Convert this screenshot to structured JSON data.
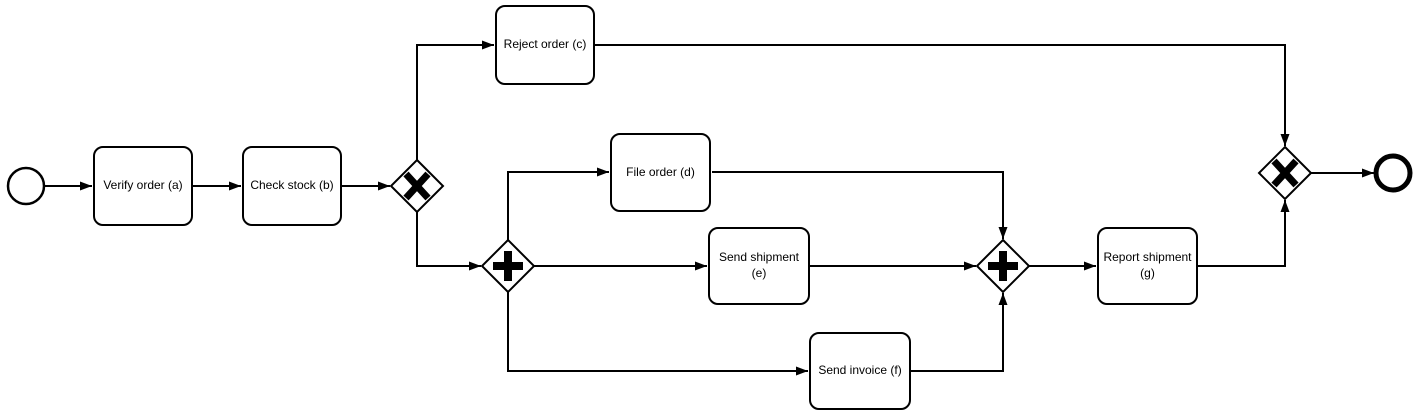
{
  "diagram": {
    "kind": "bpmn-process",
    "colors": {
      "stroke": "#000000",
      "shape_fill": "#ffffff",
      "background": "#ffffff"
    },
    "nodes": {
      "start_event": {
        "type": "start-event"
      },
      "task_a": {
        "type": "task",
        "label": "Verify order (a)"
      },
      "task_b": {
        "type": "task",
        "label": "Check stock (b)"
      },
      "xor_split": {
        "type": "exclusive-gateway",
        "marker": "X"
      },
      "task_c": {
        "type": "task",
        "label": "Reject order (c)"
      },
      "and_split": {
        "type": "parallel-gateway",
        "marker": "+"
      },
      "task_d": {
        "type": "task",
        "label": "File order (d)"
      },
      "task_e": {
        "type": "task",
        "label": "Send shipment\n(e)"
      },
      "task_f": {
        "type": "task",
        "label": "Send invoice (f)"
      },
      "and_join": {
        "type": "parallel-gateway",
        "marker": "+"
      },
      "task_g": {
        "type": "task",
        "label": "Report shipment\n(g)"
      },
      "xor_join": {
        "type": "exclusive-gateway",
        "marker": "X"
      },
      "end_event": {
        "type": "end-event"
      }
    },
    "edges": [
      {
        "from": "start_event",
        "to": "task_a"
      },
      {
        "from": "task_a",
        "to": "task_b"
      },
      {
        "from": "task_b",
        "to": "xor_split"
      },
      {
        "from": "xor_split",
        "to": "task_c"
      },
      {
        "from": "task_c",
        "to": "xor_join"
      },
      {
        "from": "xor_split",
        "to": "and_split"
      },
      {
        "from": "and_split",
        "to": "task_d"
      },
      {
        "from": "and_split",
        "to": "task_e"
      },
      {
        "from": "and_split",
        "to": "task_f"
      },
      {
        "from": "task_d",
        "to": "and_join"
      },
      {
        "from": "task_e",
        "to": "and_join"
      },
      {
        "from": "task_f",
        "to": "and_join"
      },
      {
        "from": "and_join",
        "to": "task_g"
      },
      {
        "from": "task_g",
        "to": "xor_join"
      },
      {
        "from": "xor_join",
        "to": "end_event"
      }
    ]
  }
}
